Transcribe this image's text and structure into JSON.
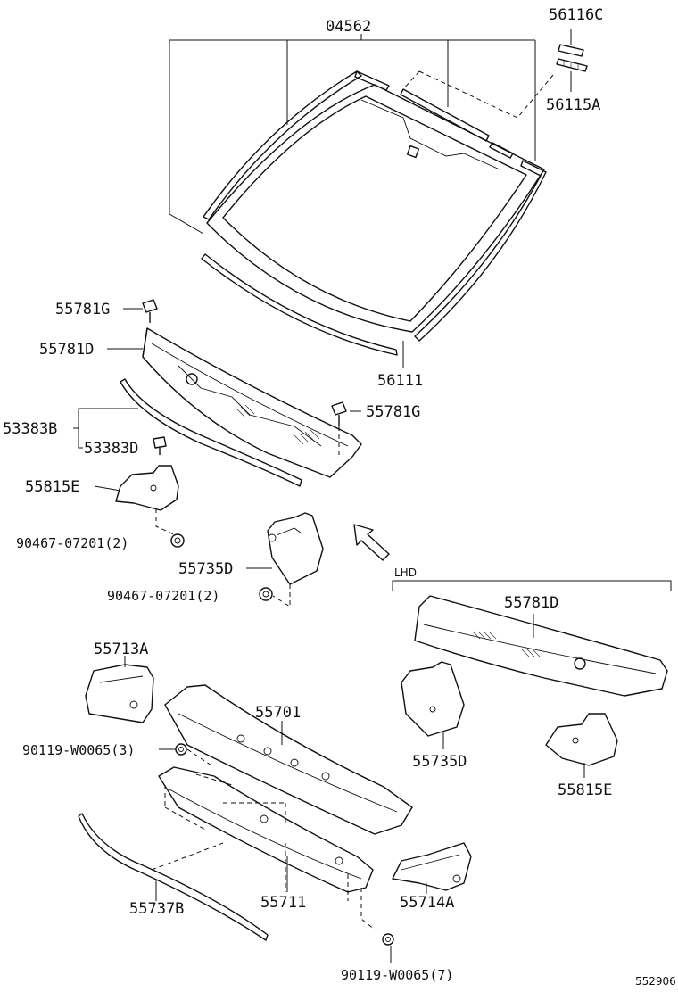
{
  "diagram_code": "552906",
  "variant_label": "LHD",
  "parts": {
    "p04562": "04562",
    "p56116c": "56116C",
    "p56115a": "56115A",
    "p56111": "56111",
    "p55781g_top": "55781G",
    "p55781d_top": "55781D",
    "p55781g_right": "55781G",
    "p53383b": "53383B",
    "p53383d": "53383D",
    "p55815e_left": "55815E",
    "p90467_a": "90467-07201(2)",
    "p55735d_left": "55735D",
    "p90467_b": "90467-07201(2)",
    "p55781d_lhd": "55781D",
    "p55713a": "55713A",
    "p55701": "55701",
    "p90119_a": "90119-W0065(3)",
    "p55735d_lhd": "55735D",
    "p55815e_lhd": "55815E",
    "p55737b": "55737B",
    "p55711": "55711",
    "p55714a": "55714A",
    "p90119_b": "90119-W0065(7)"
  }
}
